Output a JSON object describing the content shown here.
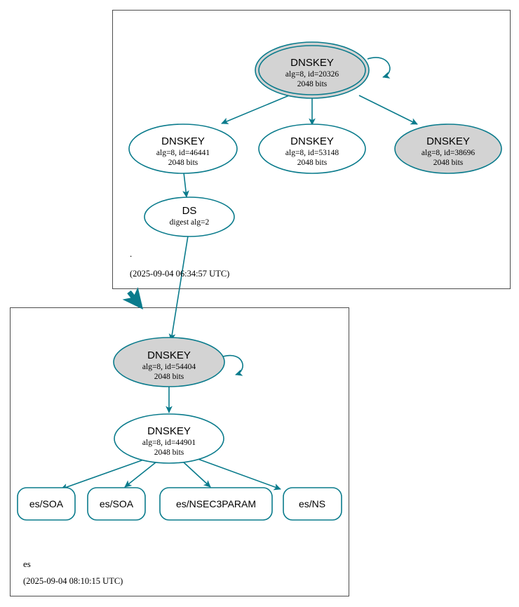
{
  "diagram": {
    "type": "dnssec-authentication-chain",
    "background": "#ffffff",
    "accent_color": "#0a7b8c",
    "secure_key_fill": "#d3d3d3",
    "cluster_border_color": "#4d4d4d",
    "clusters": [
      {
        "id": "root-zone",
        "name": ".",
        "timestamp": "(2025-09-04 06:34:57 UTC)"
      },
      {
        "id": "es-zone",
        "name": "es",
        "timestamp": "(2025-09-04 08:10:15 UTC)"
      }
    ],
    "nodes": {
      "root_ksk": {
        "title": "DNSKEY",
        "line2": "alg=8, id=20326",
        "line3": "2048 bits",
        "shape": "doubleellipse",
        "fill": "#d3d3d3"
      },
      "root_zsk_46441": {
        "title": "DNSKEY",
        "line2": "alg=8, id=46441",
        "line3": "2048 bits",
        "shape": "ellipse",
        "fill": "#ffffff"
      },
      "root_zsk_53148": {
        "title": "DNSKEY",
        "line2": "alg=8, id=53148",
        "line3": "2048 bits",
        "shape": "ellipse",
        "fill": "#ffffff"
      },
      "root_zsk_38696": {
        "title": "DNSKEY",
        "line2": "alg=8, id=38696",
        "line3": "2048 bits",
        "shape": "ellipse",
        "fill": "#d3d3d3"
      },
      "ds_record": {
        "title": "DS",
        "line2": "digest alg=2",
        "line3": "",
        "shape": "ellipse",
        "fill": "#ffffff"
      },
      "es_ksk": {
        "title": "DNSKEY",
        "line2": "alg=8, id=54404",
        "line3": "2048 bits",
        "shape": "ellipse",
        "fill": "#d3d3d3"
      },
      "es_zsk": {
        "title": "DNSKEY",
        "line2": "alg=8, id=44901",
        "line3": "2048 bits",
        "shape": "ellipse",
        "fill": "#ffffff"
      }
    },
    "rrsets": [
      {
        "id": "es-soa-1",
        "label": "es/SOA"
      },
      {
        "id": "es-soa-2",
        "label": "es/SOA"
      },
      {
        "id": "es-nsec3param",
        "label": "es/NSEC3PARAM"
      },
      {
        "id": "es-ns",
        "label": "es/NS"
      }
    ]
  }
}
